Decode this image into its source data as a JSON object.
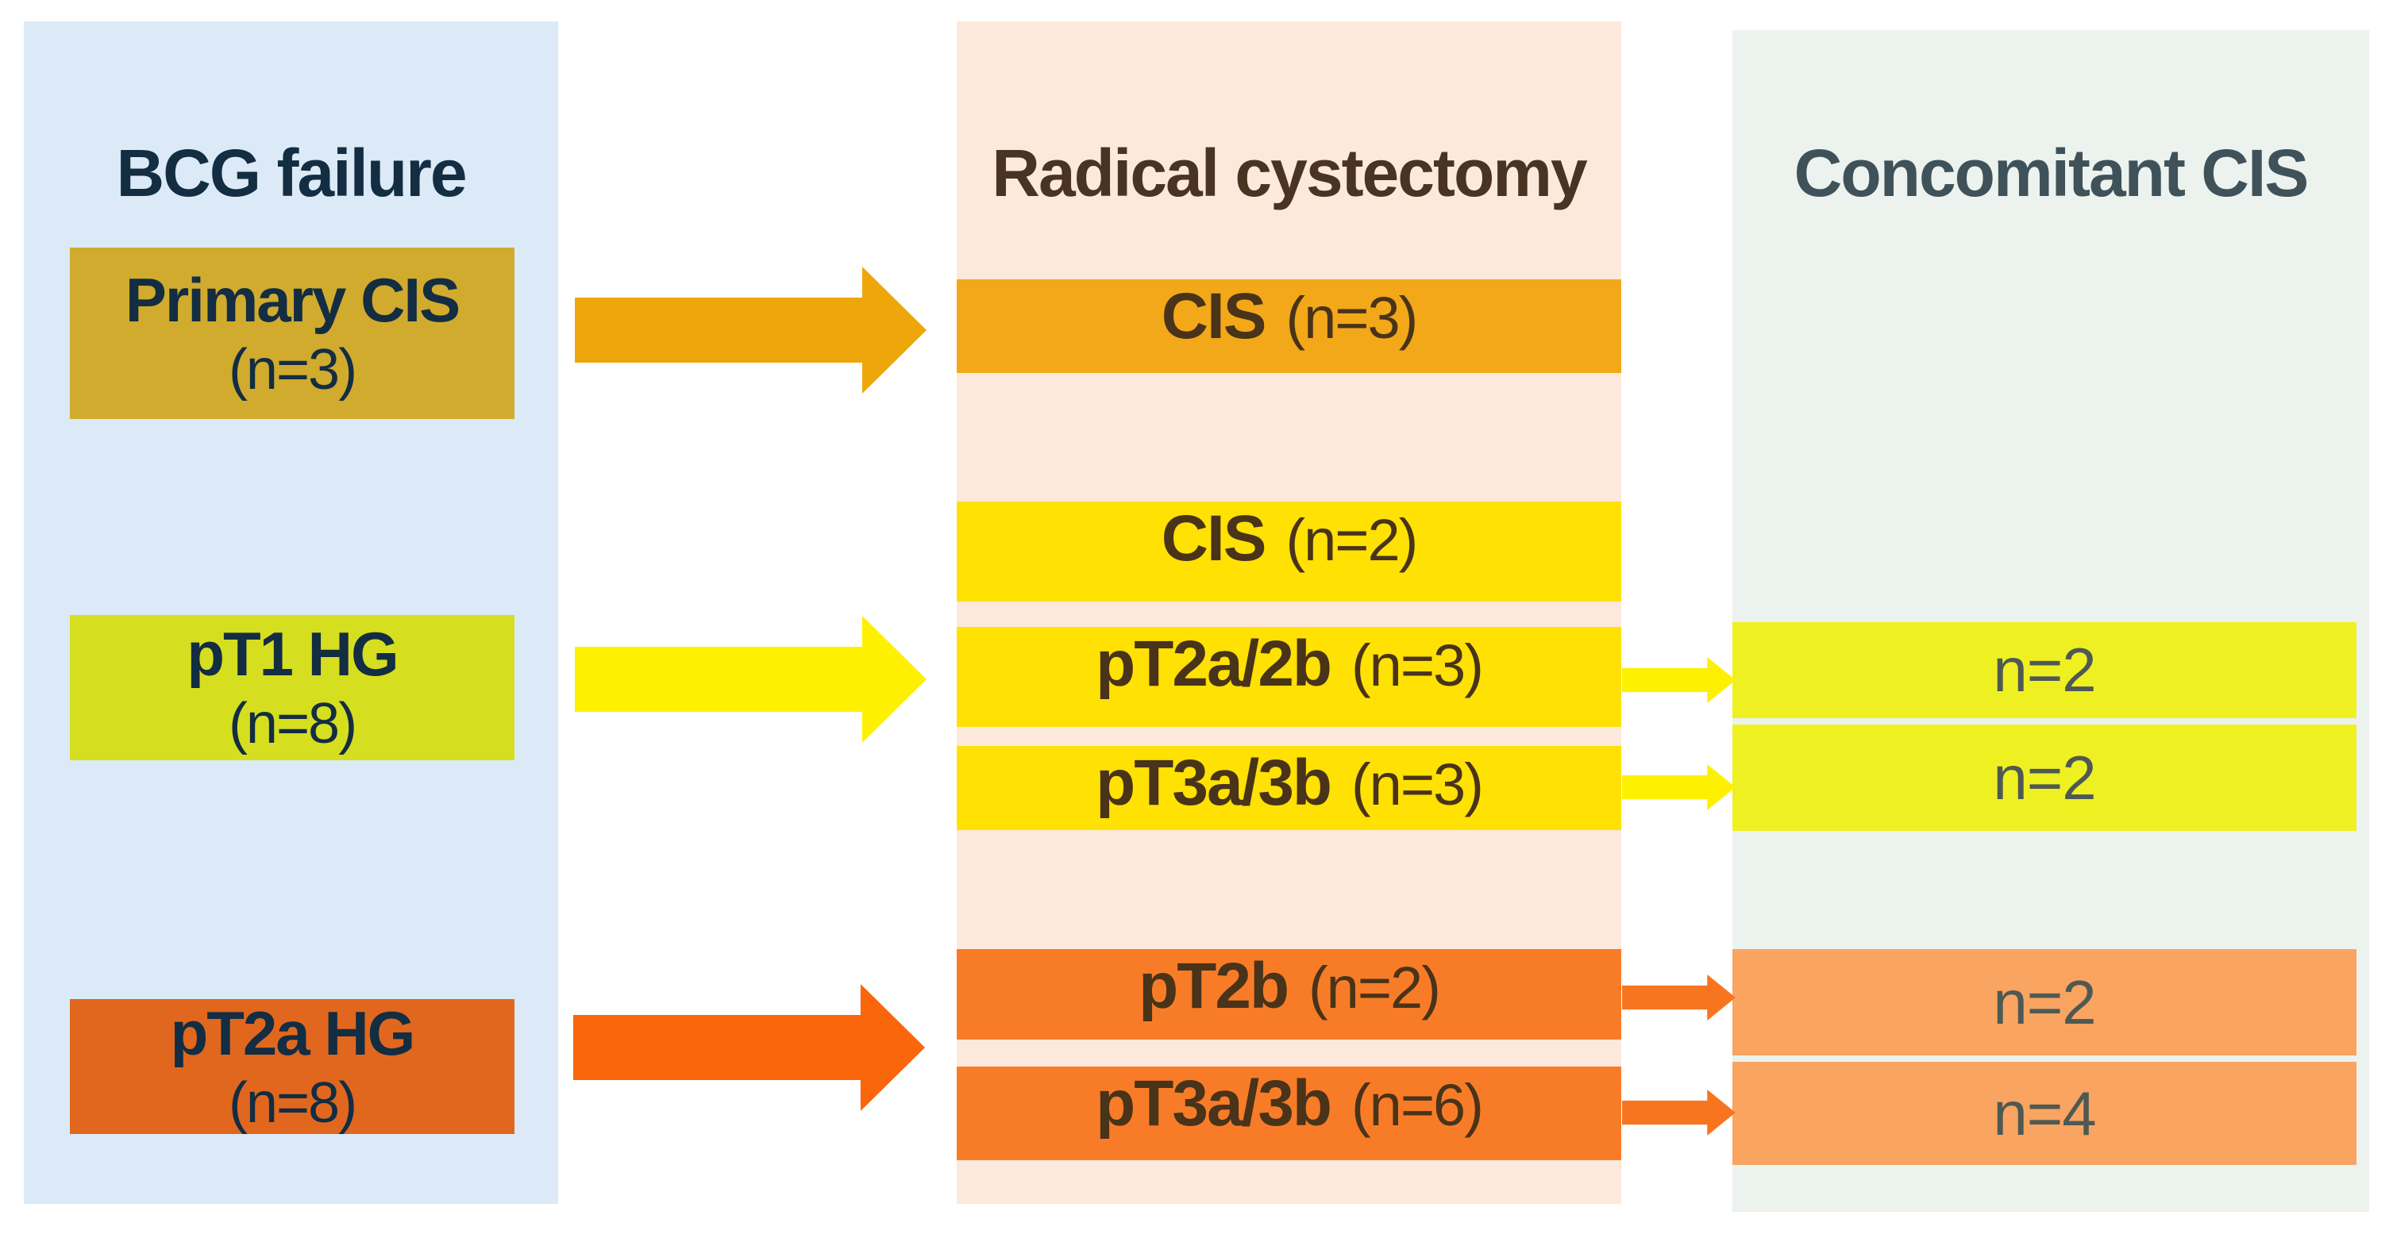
{
  "panels": {
    "bcg": {
      "title": "BCG failure",
      "bg": "#dbeaf6",
      "title_color": "#132d42"
    },
    "rc": {
      "title": "Radical cystectomy",
      "bg": "#fce9dc",
      "title_color": "#4a3322"
    },
    "cis": {
      "title": "Concomitant CIS",
      "bg": "#ecf2ed",
      "title_color": "#3f525a"
    }
  },
  "text_colors": {
    "bcg_boxes": "#132d42",
    "rc_boxes": "#493319",
    "cis_boxes": "#4e5954"
  },
  "boxes": {
    "primary_cis": {
      "label": "Primary CIS",
      "sub": "(n=3)",
      "bg": "#d0ab2e"
    },
    "pt1_hg": {
      "label": "pT1 HG",
      "sub": "(n=8)",
      "bg": "#d6de20"
    },
    "pt2a_hg": {
      "label": "pT2a HG",
      "sub": "(n=8)",
      "bg": "#e1671e"
    },
    "rc_cis3": {
      "label": "CIS",
      "sub": "(n=3)",
      "bg": "#f3a819"
    },
    "rc_cis2": {
      "label": "CIS",
      "sub": "(n=2)",
      "bg": "#ffe103"
    },
    "rc_pt2a2b": {
      "label": "pT2a/2b",
      "sub": "(n=3)",
      "bg": "#ffe103"
    },
    "rc_pt3a3b": {
      "label": "pT3a/3b",
      "sub": "(n=3)",
      "bg": "#ffe103"
    },
    "rc_pt2b": {
      "label": "pT2b",
      "sub": "(n=2)",
      "bg": "#f87c28"
    },
    "rc_pt3a3b6": {
      "label": "pT3a/3b",
      "sub": "(n=6)",
      "bg": "#f87c28"
    },
    "cc_yellow_1": {
      "label": "n=2",
      "bg": "#eff021"
    },
    "cc_yellow_2": {
      "label": "n=2",
      "bg": "#eff021"
    },
    "cc_orange_1": {
      "label": "n=2",
      "bg": "#f9a460"
    },
    "cc_orange_2": {
      "label": "n=4",
      "bg": "#f9a460"
    }
  },
  "arrows": {
    "gold_big": {
      "color": "#eda70b"
    },
    "yellow_big": {
      "color": "#fdf000"
    },
    "orange_big": {
      "color": "#f9660c"
    },
    "yellow_small_1": {
      "color": "#fdf000"
    },
    "yellow_small_2": {
      "color": "#fdf000"
    },
    "orange_small_1": {
      "color": "#f8751f"
    },
    "orange_small_2": {
      "color": "#f8751f"
    }
  },
  "flows": [
    {
      "from": "Primary CIS (n=3)",
      "to": "CIS (n=3)"
    },
    {
      "from": "pT1 HG (n=8)",
      "to": "pT2a/2b (n=3)"
    },
    {
      "from": "pT2a HG (n=8)",
      "to": "pT2b (n=2) / pT3a/3b (n=6)"
    },
    {
      "from": "pT2a/2b (n=3)",
      "to": "n=2"
    },
    {
      "from": "pT3a/3b (n=3)",
      "to": "n=2"
    },
    {
      "from": "pT2b (n=2)",
      "to": "n=2"
    },
    {
      "from": "pT3a/3b (n=6)",
      "to": "n=4"
    }
  ]
}
